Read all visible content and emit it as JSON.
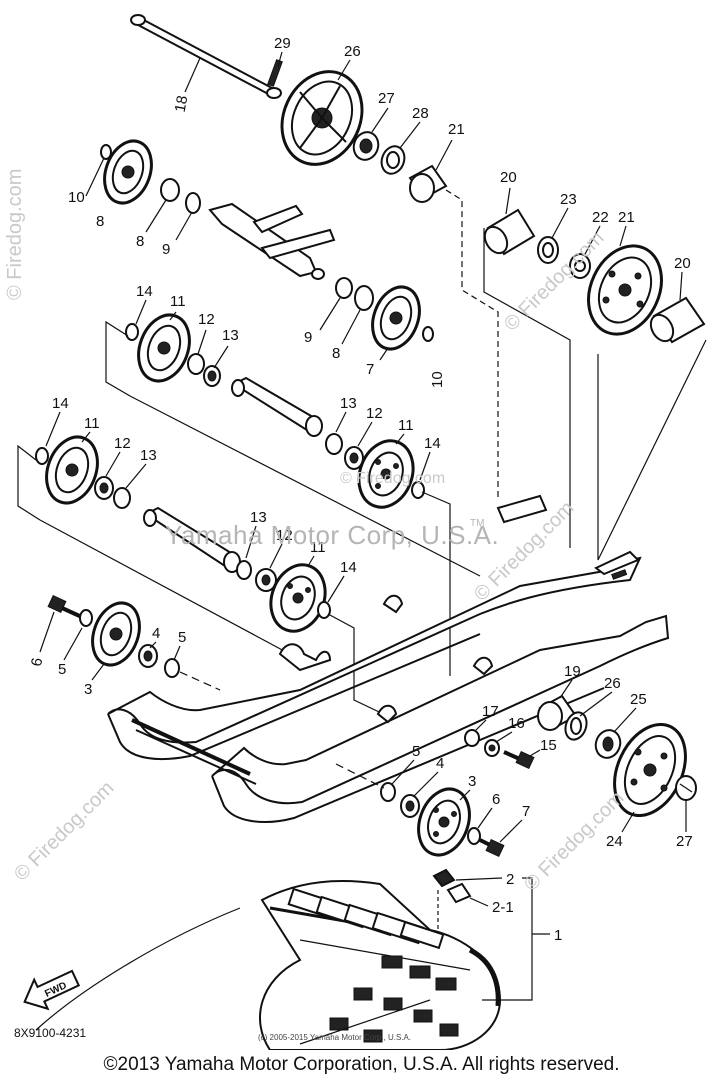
{
  "watermark": {
    "brand": "© Firedog.com",
    "manufacturer": "Yamaha Motor Corp, U.S.A.",
    "trademark": "TM"
  },
  "footer": {
    "part_code": "8X9100-4231",
    "diagram_copyright": "(c) 2005-2015 Yamaha Motor Corp., U.S.A.",
    "copyright": "©2013 Yamaha Motor Corporation, U.S.A. All rights reserved."
  },
  "diagram": {
    "fwd_badge": "FWD",
    "callouts": [
      "1",
      "2",
      "2-1",
      "3",
      "4",
      "5",
      "6",
      "7",
      "8",
      "9",
      "10",
      "11",
      "12",
      "13",
      "14",
      "15",
      "16",
      "17",
      "18",
      "19",
      "20",
      "21",
      "22",
      "23",
      "24",
      "25",
      "26",
      "27",
      "28",
      "29"
    ]
  }
}
